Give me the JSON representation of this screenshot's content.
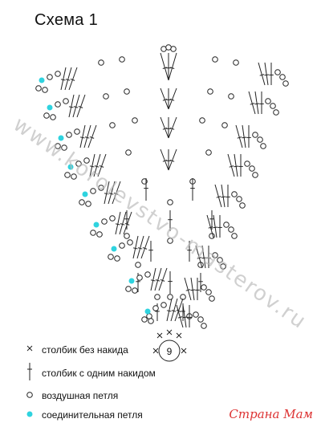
{
  "title": "Схема 1",
  "center_number": "9",
  "watermark": "www.korolevstvo-masterov.ru",
  "legend": [
    {
      "symbol": "x-stitch",
      "label": "столбик без накида"
    },
    {
      "symbol": "dc-stitch",
      "label": "столбик с одним накидом"
    },
    {
      "symbol": "chain-stitch",
      "label": "воздушная петля"
    },
    {
      "symbol": "slip-stitch",
      "label": "соединительная петля"
    }
  ],
  "logo": "Страна Мам",
  "colors": {
    "slip_stitch": "#2fd3df",
    "line": "#222222",
    "logo": "#dd3333"
  }
}
